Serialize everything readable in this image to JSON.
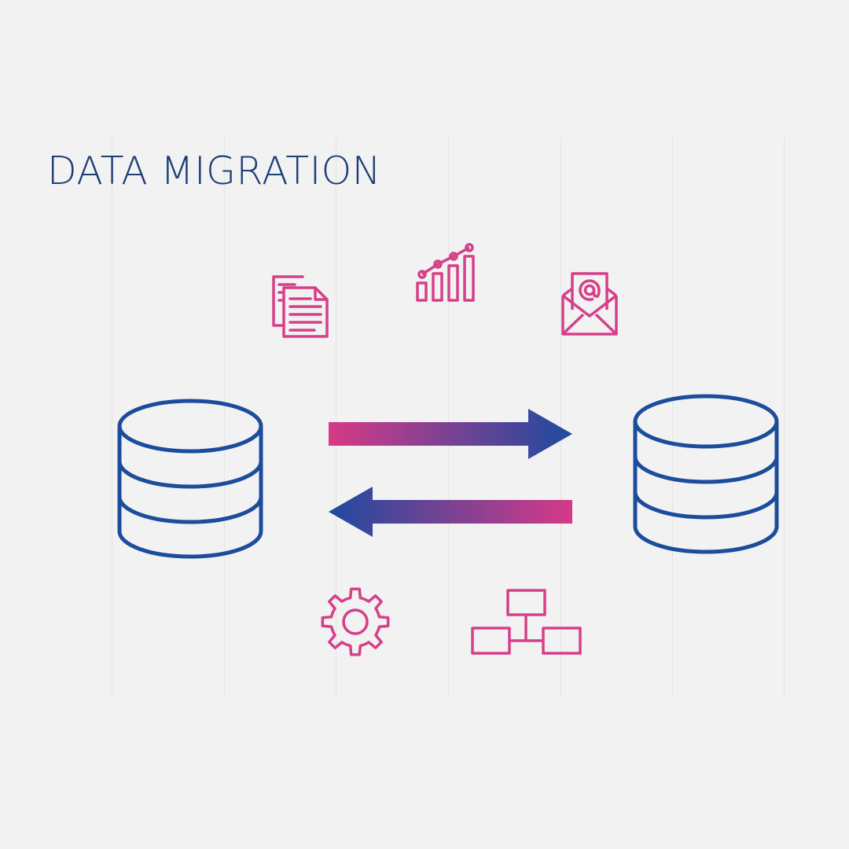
{
  "title": "DATA MIGRATION",
  "colors": {
    "background": "#f2f2f2",
    "title": "#1d3f73",
    "database": "#1c4c9c",
    "icon": "#d63f89",
    "arrow_pink": "#d63a87",
    "arrow_blue": "#1d4aa0",
    "gridline": "#e3e3e3"
  },
  "diagram": {
    "nodes": [
      {
        "id": "source",
        "icon": "database-icon"
      },
      {
        "id": "target",
        "icon": "database-icon"
      }
    ],
    "edges": [
      {
        "from": "source",
        "to": "target",
        "direction": "right"
      },
      {
        "from": "target",
        "to": "source",
        "direction": "left"
      }
    ],
    "decorative_icons": [
      "documents-icon",
      "bar-chart-icon",
      "email-icon",
      "gear-icon",
      "hierarchy-icon"
    ]
  }
}
